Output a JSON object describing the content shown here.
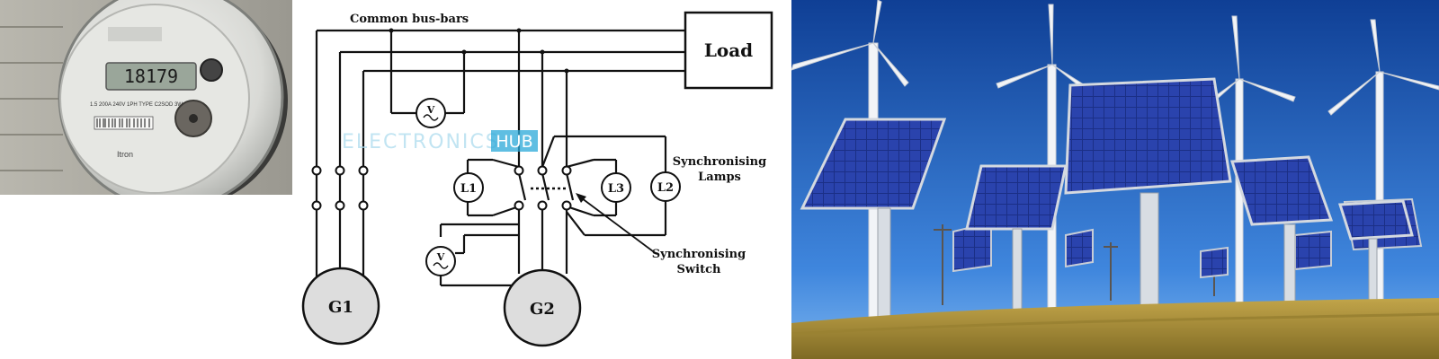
{
  "meter_photo": {
    "display_reading": "18179",
    "brand_text": "Itron",
    "rating_text": "1.5 200A 240V 1PH TYPE C2SOD 3W"
  },
  "diagram": {
    "bus_label": "Common bus-bars",
    "load_label": "Load",
    "generator1_label": "G1",
    "generator2_label": "G2",
    "voltmeter_symbol": "V",
    "lamp1_label": "L1",
    "lamp2_label": "L2",
    "lamp3_label": "L3",
    "lamps_caption_line1": "Synchronising",
    "lamps_caption_line2": "Lamps",
    "switch_caption_line1": "Synchronising",
    "switch_caption_line2": "Switch",
    "watermark_left": "ELECTRONICS",
    "watermark_right": "HUB"
  },
  "colors": {
    "sky_top": "#0f3f95",
    "sky_bottom": "#5aa0e8",
    "grass": "#b89a3c",
    "watermark": "#29a8d8",
    "wire": "#111111",
    "generator_fill": "#dddddd"
  }
}
